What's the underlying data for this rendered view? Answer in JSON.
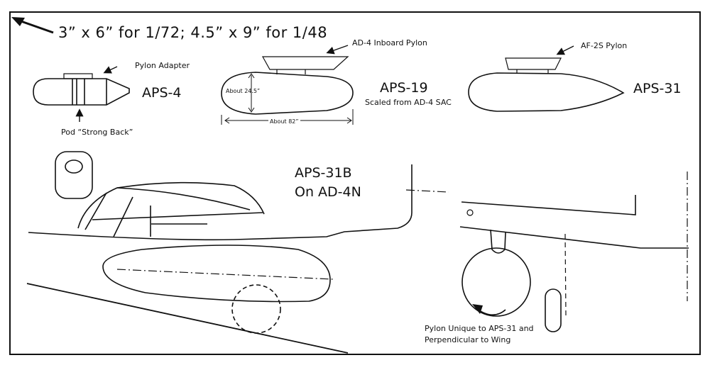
{
  "header": {
    "scale_note": "3” x 6” for 1/72; 4.5” x 9” for 1/48"
  },
  "aps4": {
    "title": "APS-4",
    "pylon_adapter": "Pylon Adapter",
    "strong_back": "Pod “Strong Back”"
  },
  "aps19": {
    "title": "APS-19",
    "subtitle": "Scaled from AD-4 SAC",
    "pylon": "AD-4 Inboard Pylon",
    "height": "About 24.5”",
    "length": "About 82”"
  },
  "aps31": {
    "title": "APS-31",
    "pylon": "AF-2S Pylon"
  },
  "aps31b": {
    "line1": "APS-31B",
    "line2": "On AD-4N"
  },
  "pylon_note": {
    "line1": "Pylon Unique to APS-31 and",
    "line2": "Perpendicular to Wing"
  },
  "colors": {
    "ink": "#111111",
    "background": "#ffffff"
  }
}
